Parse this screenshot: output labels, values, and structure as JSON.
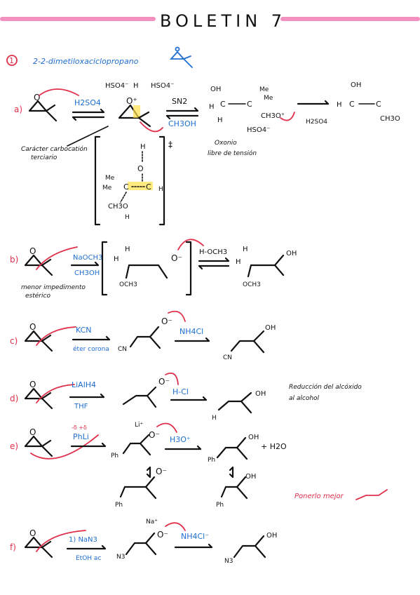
{
  "title": "BOLETIN 7",
  "accent_pink": "#f290c0",
  "problem": {
    "number": "1",
    "name": "2-2-dimetiloxaciclopropano"
  },
  "a": {
    "label": "a)",
    "reagent_1": "H2SO4",
    "sn2": "SN2",
    "nucleophile": "CH3OH",
    "hso4_1": "HSO4⁻",
    "h_1": "H",
    "hso4_2": "HSO4⁻",
    "note_1": "Carácter carbocatión",
    "note_2": "terciario",
    "oxonio": "Oxonio",
    "libre": "libre de tensión",
    "h2so4_product": "H2SO4",
    "hso4_3": "HSO4⁻",
    "ts_mark": "‡",
    "groups": {
      "oh": "OH",
      "h": "H",
      "me": "Me",
      "och3": "CH3O",
      "ch3o_plus": "CH3O⁺",
      "ch3o_dots": "CH3O",
      "oh2": "OH",
      "me2": "Me",
      "ch3o2": "CH3O"
    }
  },
  "b": {
    "label": "b)",
    "reagent_1": "NaOCH3",
    "reagent_2": "CH3OH",
    "note_1": "menor impedimento",
    "note_2": "estérico",
    "h_och3": "H-OCH3",
    "och3": "OCH3",
    "h": "H",
    "oh": "OH"
  },
  "c": {
    "label": "c)",
    "reagent_1": "KCN",
    "reagent_2": "éter corona",
    "cn": "CN",
    "nh4cl": "NH4Cl",
    "oh": "OH"
  },
  "d": {
    "label": "d)",
    "reagent_1": "LiAlH4",
    "reagent_2": "THF",
    "hcl": "H-Cl",
    "h": "H",
    "oh": "OH",
    "note_1": "Reducción del alcóxido",
    "note_2": "al alcohol"
  },
  "e": {
    "label": "e)",
    "charges": "-δ +δ",
    "reagent_1": "PhLi",
    "li": "Li⁺",
    "h3o": "H3O⁺",
    "ph": "Ph",
    "oh": "OH",
    "plus_water": "+ H2O",
    "note": "Ponerlo mejor"
  },
  "f": {
    "label": "f)",
    "reagent_1": "1) NaN3",
    "reagent_2": "EtOH ac",
    "na": "Na⁺",
    "nh4cl": "NH4Cl⁻",
    "n3": "N3",
    "oh": "OH"
  }
}
